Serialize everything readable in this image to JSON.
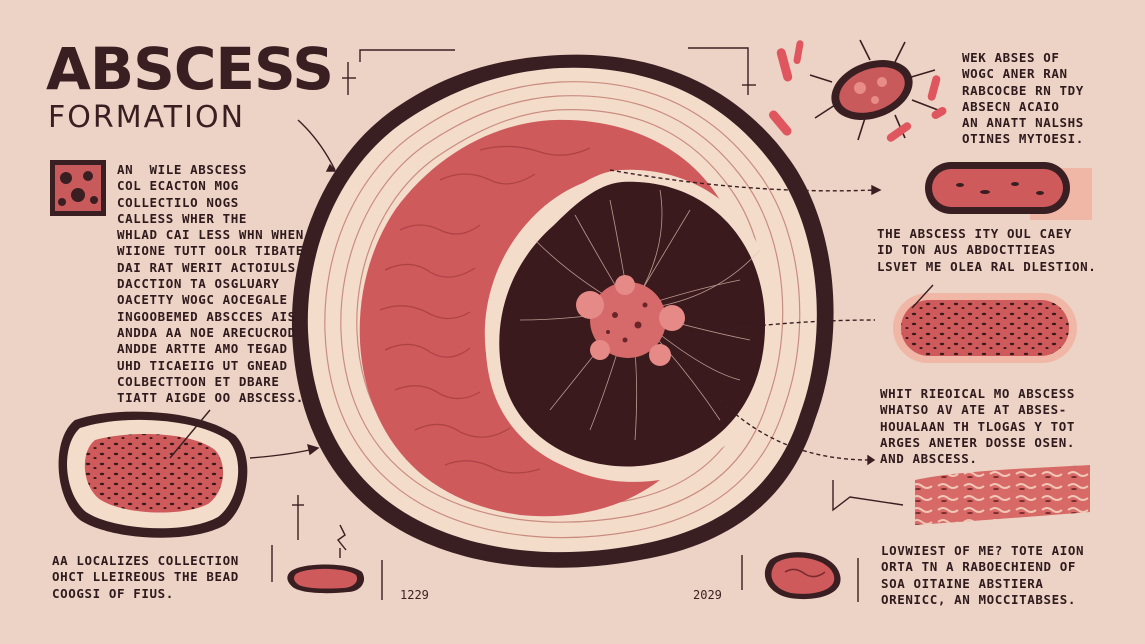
{
  "title": "ABSCESS",
  "subtitle": "FORMATION",
  "left_paragraph": [
    "AN  WILE ABSCESS",
    "COL ECACTON MOG",
    "COLLECTILO NOGS",
    "CALLESS WHER THE",
    "WHLAD CAI LESS WHN WHEN",
    "WIIONE TUTT OOLR TIBATE",
    "DAI RAT WERIT ACTOIULS",
    "DACCTION TA OSGLUARY",
    "OACETTY WOGC AOCEGALE",
    "INGOOBEMED ABSCCES AIS",
    "ANDDA AA NOE ARECUCROD",
    "ANDDE ARTTE AMO TEGAD",
    "UHD TICAEIIG UT GNEAD",
    "COLBECTTOON ET DBARE",
    "TIATT AIGDE OO ABSCESS."
  ],
  "bottom_left_caption": [
    "AA LOCALIZES COLLECTION",
    "OHCT LLEIREOUS THE BEAD",
    "COOGSI OF FIUS."
  ],
  "top_right_text": [
    "WEK ABSES OF",
    "WOGC ANER RAN",
    "RABCOCBE RN TDY",
    "ABSECN ACAIO",
    "AN ANATT NALSHS",
    "OTINES MYTOESI."
  ],
  "mid_right_text_1": [
    "THE ABSCESS ITY OUL CAEY",
    "ID TON AUS ABDOCTTIEAS",
    "LSVET ME OLEA RAL DLESTION."
  ],
  "mid_right_text_2": [
    "WHIT RIEOICAL MO ABSCESS",
    "WHATSO AV ATE AT ABSES-",
    "HOUALAAN TH TLOGAS Y TOT",
    "ARGES ANETER DOSSE OSEN.",
    "AND ABSCESS."
  ],
  "bottom_right_text": [
    "LOVWIEST OF ME? TOTE AION",
    "ORTA TN A RABOECHIEND OF",
    "SOA OITAINE ABSTIERA",
    "ORENICC, AN MOCCITABSES."
  ],
  "year_left": "1229",
  "year_right": "2029",
  "colors": {
    "background": "#ecd3c5",
    "dark_outline": "#3a1f22",
    "tissue_red": "#cf5a5b",
    "cavity": "#3b1a1d",
    "cream": "#f4dccb"
  }
}
